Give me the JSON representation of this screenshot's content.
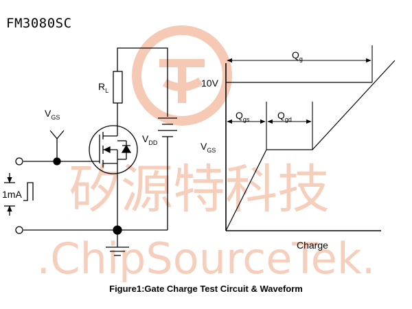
{
  "part_number": "FM3080SC",
  "watermark": {
    "chinese": "矽源特科技",
    "latin": ".ChipSourceTek.",
    "color": "#f6c9b5"
  },
  "circuit": {
    "rl_label": "R",
    "rl_sub": "L",
    "vgs_label": "V",
    "vgs_sub": "GS",
    "vdd_label": "V",
    "vdd_sub": "DD",
    "current_label": "1mA"
  },
  "waveform": {
    "level_label": "10V",
    "qg_label": "Q",
    "qg_sub": "g",
    "qgs_label": "Q",
    "qgs_sub": "gs",
    "qgd_label": "Q",
    "qgd_sub": "gd",
    "vgs_label": "V",
    "vgs_sub": "GS",
    "xaxis_label": "Charge"
  },
  "caption": "Figure1:Gate Charge Test Circuit & Waveform"
}
